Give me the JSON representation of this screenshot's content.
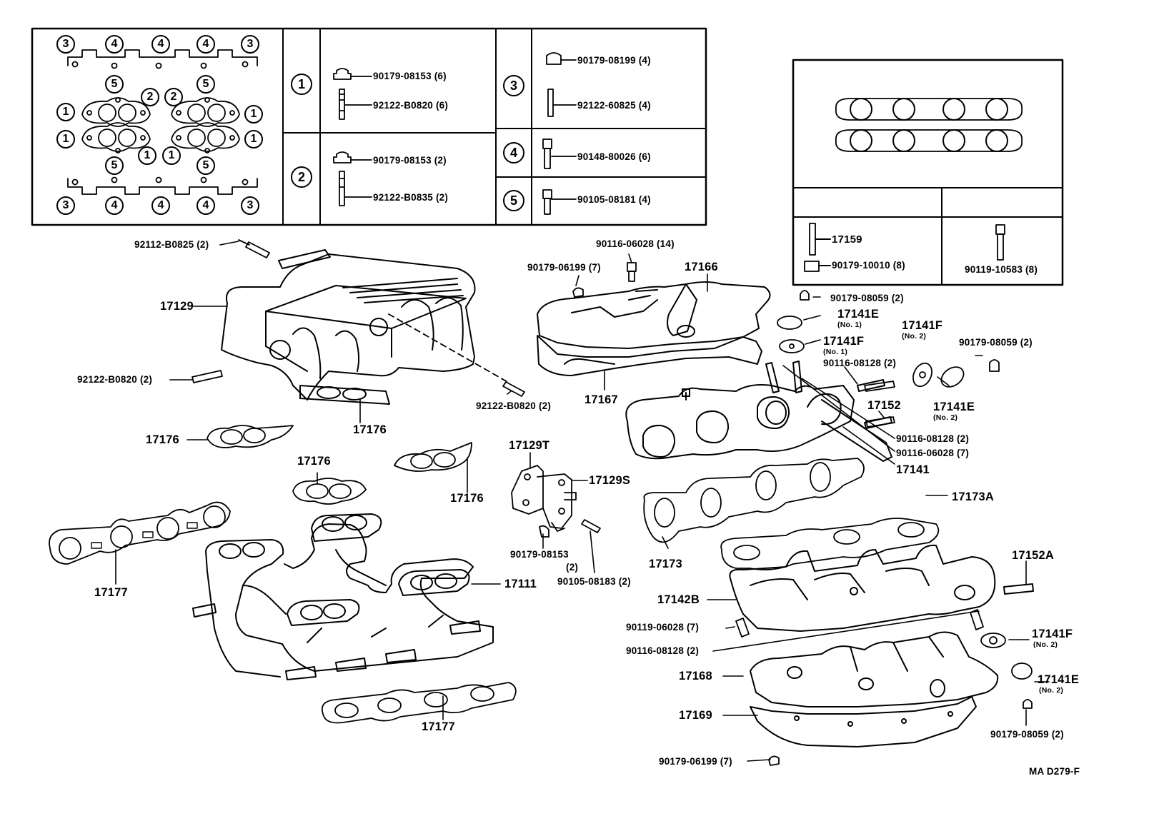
{
  "legend": {
    "markers": [
      "1",
      "2",
      "3",
      "4",
      "5"
    ],
    "rows": [
      {
        "marker": "1",
        "parts": [
          "90179-08153 (6)",
          "92122-B0820 (6)"
        ]
      },
      {
        "marker": "2",
        "parts": [
          "90179-08153 (2)",
          "92122-B0835 (2)"
        ]
      },
      {
        "marker": "3",
        "parts": [
          "90179-08199 (4)",
          "92122-60825 (4)"
        ]
      },
      {
        "marker": "4",
        "parts": [
          "90148-80026 (6)"
        ]
      },
      {
        "marker": "5",
        "parts": [
          "90105-08181 (4)"
        ]
      }
    ]
  },
  "gasket_box": {
    "parts": [
      "17159",
      "90179-10010 (8)",
      "90119-10583 (8)"
    ]
  },
  "labels": {
    "p92112_B0825": "92112-B0825 (2)",
    "p17129": "17129",
    "p92122_B0820_a": "92122-B0820 (2)",
    "p92122_B0820_b": "92122-B0820 (2)",
    "p17176_a": "17176",
    "p17176_b": "17176",
    "p17176_c": "17176",
    "p17176_d": "17176",
    "p17177_a": "17177",
    "p17177_b": "17177",
    "p17111": "17111",
    "p17129T": "17129T",
    "p17129S": "17129S",
    "p90179_08153": "90179-08153",
    "p90179_08153_qty": "(2)",
    "p90105_08183": "90105-08183 (2)",
    "p90116_06028_a": "90116-06028 (14)",
    "p90179_06199_a": "90179-06199 (7)",
    "p17166": "17166",
    "p17167": "17167",
    "p90179_08059_a": "90179-08059 (2)",
    "p17141E_1": "17141E",
    "p17141E_1_no": "(No. 1)",
    "p17141F_1": "17141F",
    "p17141F_1_no": "(No. 1)",
    "p90116_08128_a": "90116-08128 (2)",
    "p17141F_2": "17141F",
    "p17141F_2_no": "(No. 2)",
    "p90179_08059_b": "90179-08059 (2)",
    "p17152": "17152",
    "p17141E_2": "17141E",
    "p17141E_2_no": "(No. 2)",
    "p90116_08128_b": "90116-08128 (2)",
    "p90116_06028_b": "90116-06028 (7)",
    "p17141": "17141",
    "p17173A": "17173A",
    "p17173": "17173",
    "p17152A": "17152A",
    "p17142B": "17142B",
    "p90119_06028": "90119-06028 (7)",
    "p90116_08128_c": "90116-08128 (2)",
    "p17141F_3": "17141F",
    "p17141F_3_no": "(No. 2)",
    "p17168": "17168",
    "p17141E_3": "17141E",
    "p17141E_3_no": "(No. 2)",
    "p17169": "17169",
    "p90179_08059_c": "90179-08059 (2)",
    "p90179_06199_b": "90179-06199 (7)",
    "figure_code": "MA D279-F"
  }
}
